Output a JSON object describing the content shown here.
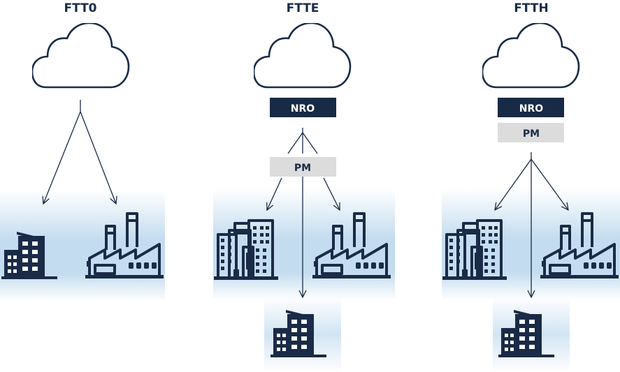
{
  "columns": [
    {
      "title": "FTT0"
    },
    {
      "title": "FTTE",
      "nro_label": "NRO",
      "pm_label": "PM"
    },
    {
      "title": "FTTH",
      "nro_label": "NRO",
      "pm_label": "PM"
    }
  ],
  "colors": {
    "ink": "#1a2b47",
    "nro_fill": "#172a46",
    "pm_fill": "#dcdcdc",
    "glow": "#c3dcef"
  },
  "icons": [
    "cloud-icon",
    "office-building-icon",
    "factory-icon",
    "tower-building-icon"
  ]
}
